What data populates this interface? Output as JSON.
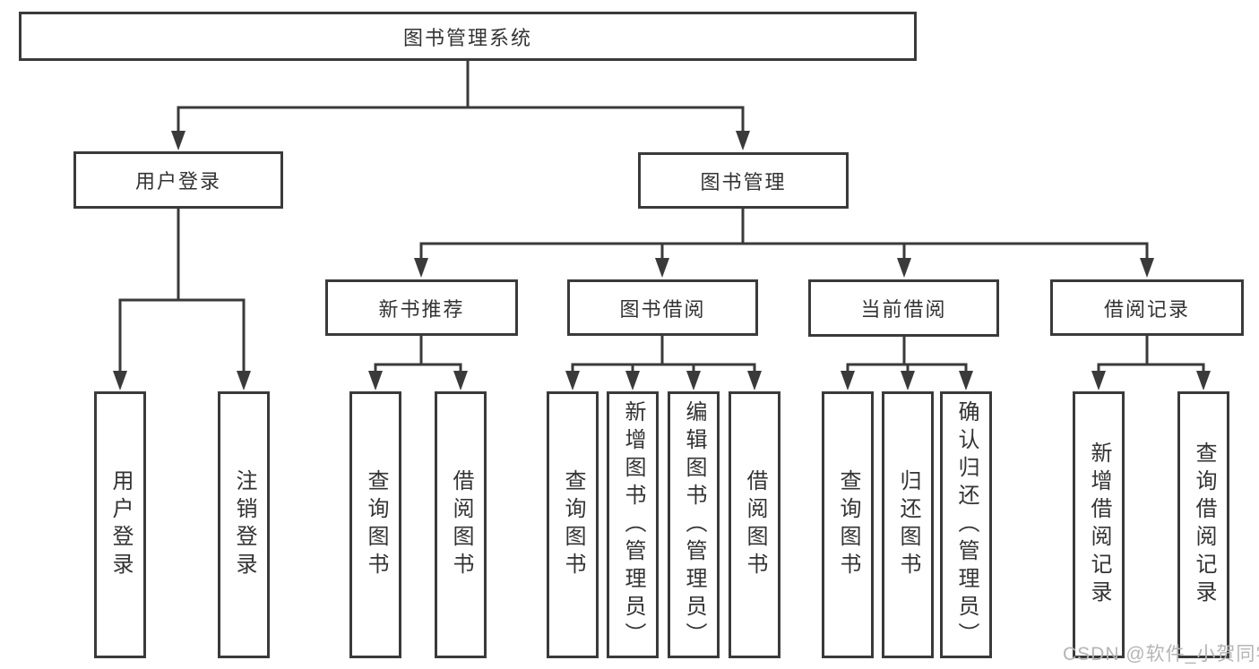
{
  "diagram": {
    "watermark": "CSDN @软件_小贺同学",
    "colors": {
      "line": "#3a3a3a",
      "text": "#333333",
      "box_background": "#ffffff",
      "watermark": "#b5b5b5",
      "background": "#ffffff"
    },
    "tree": {
      "label": "图书管理系统",
      "children": [
        {
          "label": "用户登录",
          "children": [
            {
              "label": "用户登录"
            },
            {
              "label": "注销登录"
            }
          ]
        },
        {
          "label": "图书管理",
          "children": [
            {
              "label": "新书推荐",
              "children": [
                {
                  "label": "查询图书"
                },
                {
                  "label": "借阅图书"
                }
              ]
            },
            {
              "label": "图书借阅",
              "children": [
                {
                  "label": "查询图书"
                },
                {
                  "label": "新增图书（管理员）"
                },
                {
                  "label": "编辑图书（管理员）"
                },
                {
                  "label": "借阅图书"
                }
              ]
            },
            {
              "label": "当前借阅",
              "children": [
                {
                  "label": "查询图书"
                },
                {
                  "label": "归还图书"
                },
                {
                  "label": "确认归还（管理员）"
                }
              ]
            },
            {
              "label": "借阅记录",
              "children": [
                {
                  "label": "新增借阅记录"
                },
                {
                  "label": "查询借阅记录"
                }
              ]
            }
          ]
        }
      ]
    }
  }
}
